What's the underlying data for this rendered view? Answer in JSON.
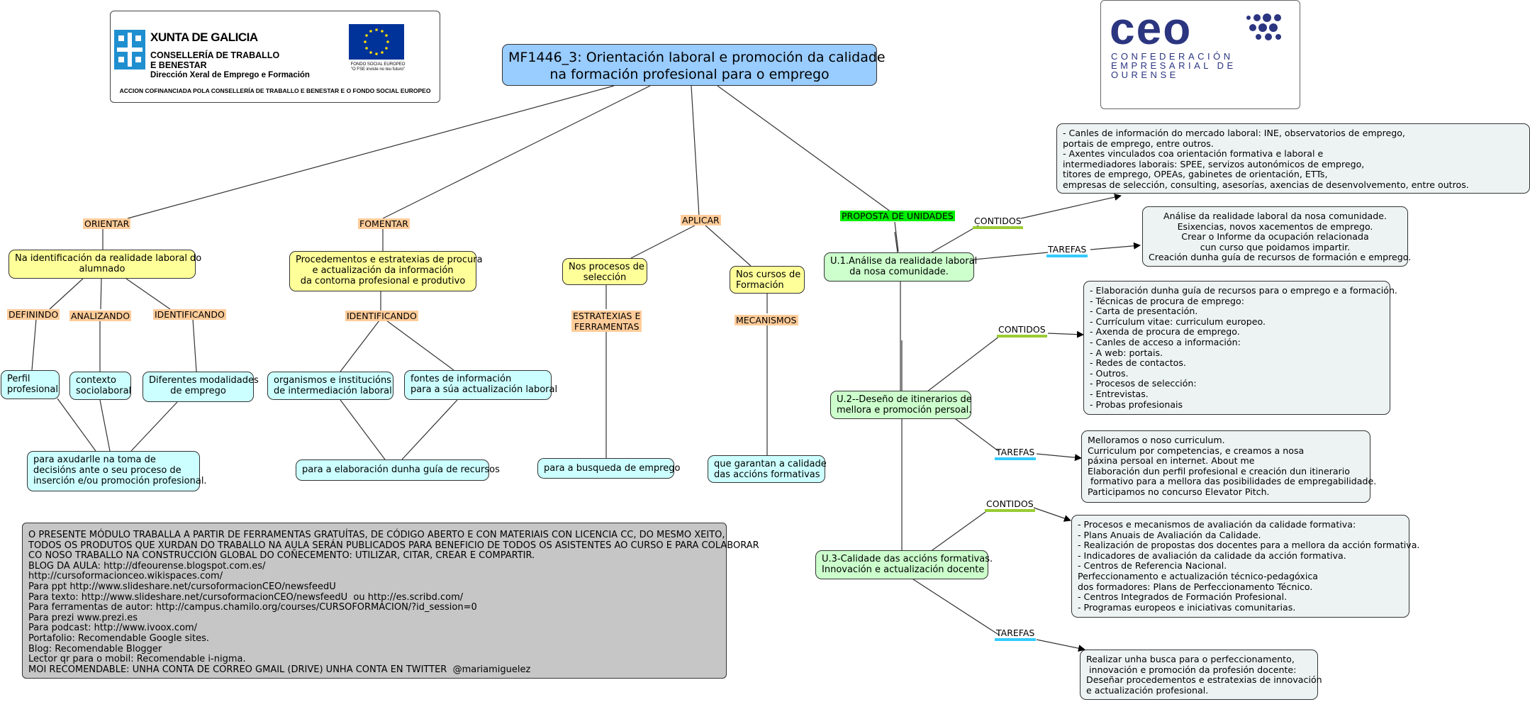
{
  "title": "MF1446_3: Orientación laboral e promoción da calidade\nna formación profesional para o emprego",
  "xunta_logo": {
    "name": "XUNTA DE GALICIA",
    "department": "CONSELLERÍA DE TRABALLO\nE BENESTAR",
    "directorate": "Dirección Xeral de Emprego e Formación",
    "eu_fund": "FONDO SOCIAL EUROPEO\n\"O FSE inviste no teu futuro\"",
    "footer": "ACCION COFINANCIADA POLA CONSELLERÍA DE TRABALLO E BENESTAR E O FONDO SOCIAL EUROPEO",
    "colors": {
      "flag": "#1f8fd0",
      "eu": "#003399"
    }
  },
  "ceo_logo": {
    "word": "ceo",
    "subtitle": "CONFEDERACIÓN\nEMPRESARIAL DE\nOURENSE",
    "color": "#2b3580"
  },
  "labels": {
    "orientar": "ORIENTAR",
    "fomentar": "FOMENTAR",
    "aplicar": "APLICAR",
    "proposta": "PROPOSTA DE UNIDADES",
    "definindo": "DEFININDO",
    "analizando": "ANALIZANDO",
    "identificando1": "IDENTIFICANDO",
    "identificando2": "IDENTIFICANDO",
    "estratexias": "ESTRATEXIAS E\nFERRAMENTAS",
    "mecanismos": "MECANISMOS",
    "contidos1": "CONTIDOS",
    "tarefas1": "TAREFAS",
    "contidos2": "CONTIDOS",
    "tarefas2": "TAREFAS",
    "contidos3": "CONTIDOS",
    "tarefas3": "TAREFAS"
  },
  "nodes": {
    "orientar_main": "Na identificación da realidade laboral do\nalumnado",
    "fomentar_main": "Procedementos e estratexias de procura\ne actualización da información\nda contorna profesional e produtivo",
    "procesos": "Nos procesos de\nselección",
    "cursos": "Nos cursos de\nFormación",
    "perfil": "Perfil\nprofesional",
    "contexto": "contexto\nsociolaboral",
    "modalidades": "Diferentes modalidades\nde emprego",
    "organismos": "organismos e institucións\nde intermediación laboral",
    "fontes": "fontes de información\npara a súa actualización laboral",
    "axudarlle": "para axudarlle na toma de\ndecisións ante o seu proceso de\ninserción e/ou promoción profesional.",
    "guia": "para a elaboración dunha guía de recursos",
    "busqueda": "para a busqueda de emprego",
    "garantan": "que garantan a calidade\ndas accións formativas",
    "u1": "U.1.Análise da realidade laboral\nda nosa comunidade.",
    "u2": "U.2--Deseño de itinerarios de\nmellora e promoción persoal.",
    "u3": "U.3-Calidade das accións formativas.\nInnovación e actualización docente",
    "u1_contidos": "- Canles de información do mercado laboral: INE, observatorios de emprego,\nportais de emprego, entre outros.\n- Axentes vinculados coa orientación formativa e laboral e\nintermediadores laborais: SPEE, servizos autonómicos de emprego,\ntitores de emprego, OPEAs, gabinetes de orientación, ETTs,\nempresas de selección, consulting, asesorías, axencias de desenvolvemento, entre outros.",
    "u1_tarefas": "Análise da realidade laboral da nosa comunidade.\nEsixencias, novos xacementos de emprego.\nCrear o Informe da ocupación relacionada\ncun curso que poidamos impartir.\nCreación dunha guía de recursos de formación e emprego.",
    "u2_contidos": "- Elaboración dunha guía de recursos para o emprego e a formación.\n- Técnicas de procura de emprego:\n- Carta de presentación.\n- Currículum vitae: curriculum europeo.\n- Axenda de procura de emprego.\n- Canles de acceso a información:\n- A web: portais.\n- Redes de contactos.\n- Outros.\n- Procesos de selección:\n- Entrevistas.\n- Probas profesionais",
    "u2_tarefas": "Melloramos o noso curriculum.\nCurriculum por competencias, e creamos a nosa\npáxina persoal en internet. About me\nElaboración dun perfil profesional e creación dun itinerario\n formativo para a mellora das posibilidades de empregabilidade.\nParticipamos no concurso Elevator Pitch.",
    "u3_contidos": "- Procesos e mecanismos de avaliación da calidade formativa:\n- Plans Anuais de Avaliación da Calidade.\n- Realización de propostas dos docentes para a mellora da acción formativa.\n- Indicadores de avaliación da calidade da acción formativa.\n- Centros de Referencia Nacional.\nPerfeccionamento e actualización técnico-pedagóxica\ndos formadores: Plans de Perfeccionamento Técnico.\n- Centros Integrados de Formación Profesional.\n- Programas europeos e iniciativas comunitarias.",
    "u3_tarefas": "Realizar unha busca para o perfeccionamento,\n innovación e promoción da profesión docente:\nDeseñar procedementos e estratexias de innovación\ne actualización profesional.",
    "info": "O PRESENTE MÓDULO TRABALLA A PARTIR DE FERRAMENTAS GRATUÍTAS, DE CÓDIGO ABERTO E CON MATERIAIS CON LICENCIA CC, DO MESMO XEITO,\nTODOS OS PRODUTOS QUE XURDAN DO TRABALLO NA AULA SERÁN PUBLICADOS PARA BENEFICIO DE TODOS OS ASISTENTES AO CURSO E PARA COLABORAR\nCO NOSO TRABALLO NA CONSTRUCCIÓN GLOBAL DO COÑECEMENTO: UTILIZAR, CITAR, CREAR E COMPARTIR.\nBLOG DA AULA: http://dfeourense.blogspot.com.es/\nhttp://cursoformacionceo.wikispaces.com/\nPara ppt http://www.slideshare.net/cursoformacionCEO/newsfeedU\nPara texto: http://www.slideshare.net/cursoformacionCEO/newsfeedU  ou http://es.scribd.com/\nPara ferramentas de autor: http://campus.chamilo.org/courses/CURSOFORMACION/?id_session=0\nPara prezi www.prezi.es\nPara podcast: http://www.ivoox.com/\nPortafolio: Recomendable Google sites.\nBlog: Recomendable Blogger\nLector qr para o mobil: Recomendable i-nigma.\nMOI RECOMENDABLE: UNHA CONTA DE CORREO GMAIL (DRIVE) UNHA CONTA EN TWITTER  @mariamiguelez"
  },
  "colors": {
    "title_box": "#99ccff",
    "level1_box": "#ffff99",
    "leaf_box": "#ccffff",
    "unit_box": "#ccffcc",
    "note_box": "#edf3f3",
    "info_box": "#c6c6c6",
    "link_label": "#ffcc99",
    "proposta_label": "#00ee00",
    "contidos_underline": "#99cc33",
    "tarefas_underline": "#33ccff"
  }
}
